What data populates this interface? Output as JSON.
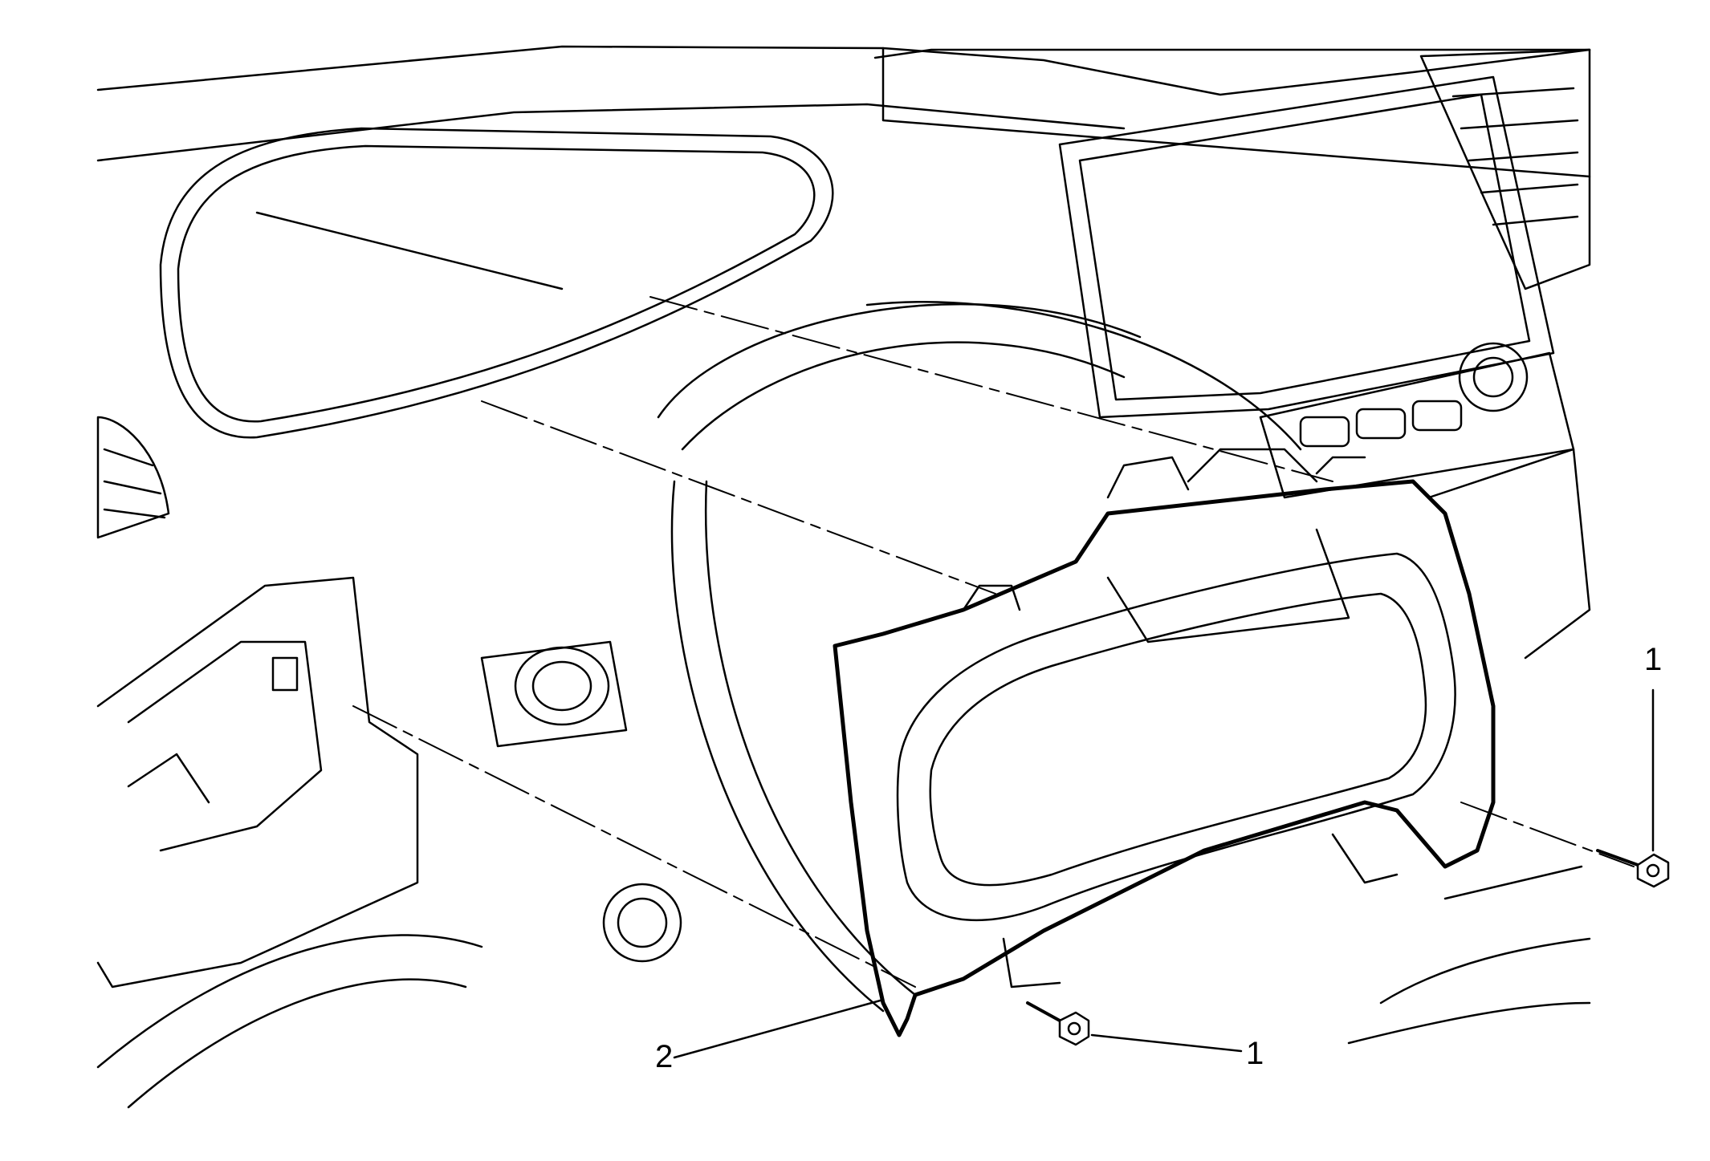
{
  "diagram": {
    "style": "line-art exploded view",
    "colors": {
      "line": "#000000",
      "background": "#ffffff"
    },
    "callouts": [
      {
        "id": "callout-1-right",
        "label": "1",
        "points_to": "fastener"
      },
      {
        "id": "callout-1-bottom",
        "label": "1",
        "points_to": "fastener"
      },
      {
        "id": "callout-2",
        "label": "2",
        "points_to": "instrument-cluster"
      }
    ]
  }
}
